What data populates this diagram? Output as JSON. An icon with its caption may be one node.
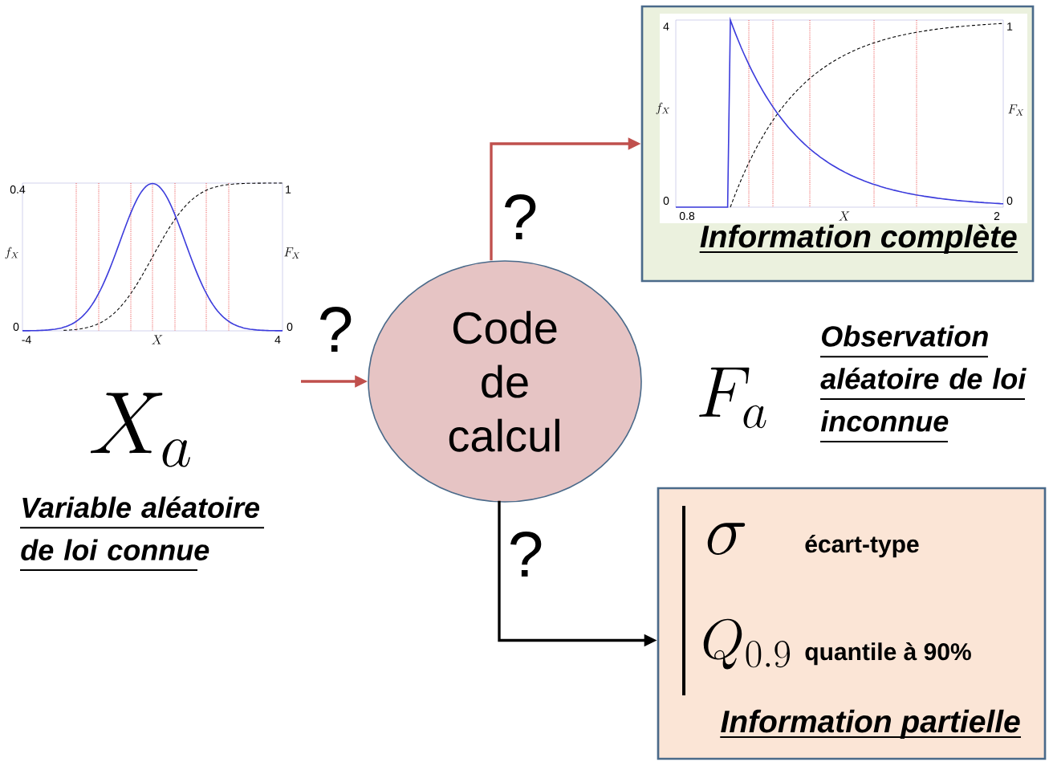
{
  "diagram": {
    "nodes": [
      {
        "text": [
          "Code de calcul"
        ]
      },
      {
        "text": [
          "Information complète"
        ]
      },
      {
        "text": [
          "\\sigma",
          "écart-type",
          "Q_{0.9}",
          "quantile à 90%",
          "Information partielle"
        ]
      }
    ],
    "edges": [
      {
        "from": null,
        "to": 0,
        "arrow": "to",
        "label": "?",
        "color": "#c0504d"
      },
      {
        "from": 0,
        "to": 1,
        "arrow": "to",
        "label": "?",
        "color": "#c0504d"
      },
      {
        "from": 0,
        "to": 2,
        "arrow": "to",
        "label": "?",
        "color": "#000000"
      }
    ],
    "labels": [
      "4",
      "f_{X}",
      "0",
      "0.8",
      "X",
      "2",
      "1",
      "F_{X}",
      "0",
      "0.4",
      "f_{X}",
      "0",
      "-4",
      "X",
      "4",
      "1",
      "F_{X}",
      "0",
      "X_{a}",
      "Variable aléatoire de loi connue",
      "F_{a}",
      "Observation aléatoire de loi inconnue"
    ]
  }
}
